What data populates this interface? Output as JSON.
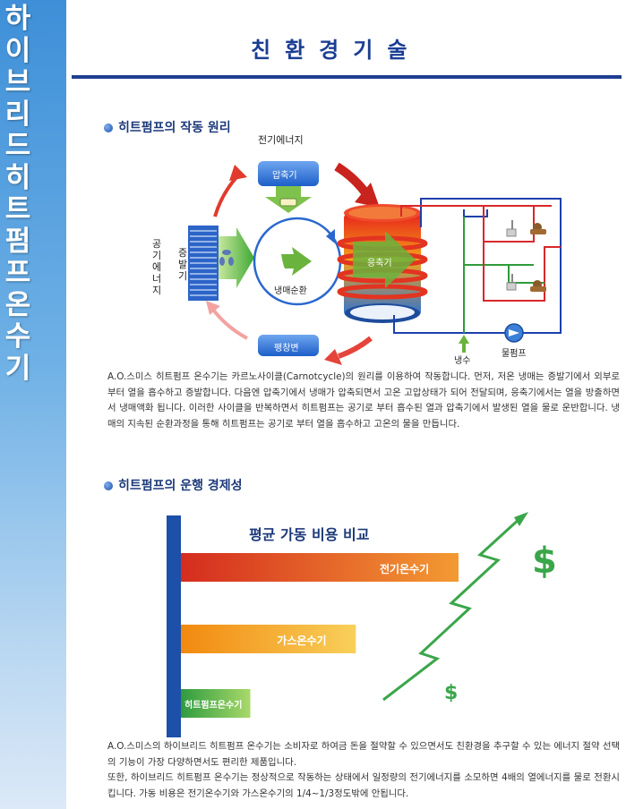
{
  "sidebar": {
    "chars": [
      "하",
      "이",
      "브",
      "리",
      "드",
      "히",
      "트",
      "펌",
      "프",
      "온",
      "수",
      "기"
    ]
  },
  "page": {
    "title": "친환경기술"
  },
  "section1": {
    "heading": "히트펌프의 작동 원리",
    "diagram": {
      "electric_energy": "전기에너지",
      "compressor": "압축기",
      "air_energy": "공기에너지",
      "evaporator": "증발기",
      "refrigerant_cycle": "냉매순환",
      "condenser": "응축기",
      "expansion_valve": "팽창변",
      "cold_water": "냉수",
      "water_pump": "물펌프"
    },
    "body": "A.O.스미스 히트펌프 온수기는 카르노사이클(Carnotcycle)의 원리를 이용하여 작동합니다. 먼저, 저온 냉매는 증발기에서 외부로부터 열을 흡수하고 증발합니다. 다음엔 압축기에서 냉매가 압축되면서 고온 고압상태가 되어 전달되며, 응축기에서는 열을 방출하면서 냉매액화 됩니다. 이러한 사이클을 반복하면서 히트펌프는 공기로 부터 흡수된 열과 압축기에서 발생된 열을 물로 운반합니다. 냉매의 지속된 순환과정을 통해 히트펌프는 공기로 부터 열을 흡수하고 고온의 물을 만듭니다."
  },
  "section2": {
    "heading": "히트펌프의 운행 경제성",
    "body_lines": [
      "A.O.스미스의 하이브리드 히트펌프 온수기는 소비자로 하여금 돈을 절약할 수 있으면서도 친환경을 추구할 수 있는 에너지 절약 선택의 기능이 가장 다양하면서도 편리한 제품입니다.",
      "또한, 하이브리드 히트펌프 온수기는 정상적으로 작동하는 상태에서 일정량의 전기에너지를 소모하면 4배의 열에너지를 물로 전환시킵니다. 가동 비용은 전기온수기와 가스온수기의 1/4~1/3정도밖에 안됩니다."
    ]
  },
  "chart_data": {
    "type": "bar",
    "title": "평균 가동 비용 비교",
    "orientation": "horizontal",
    "categories": [
      "전기온수기",
      "가스온수기",
      "히트펌프온수기"
    ],
    "values": [
      1.0,
      0.63,
      0.25
    ],
    "value_note": "relative cost estimated from bar lengths, no axis printed",
    "colors": [
      "#d83a26",
      "#f08a10",
      "#3aa64a"
    ],
    "annotations": [
      "$",
      "$"
    ]
  }
}
